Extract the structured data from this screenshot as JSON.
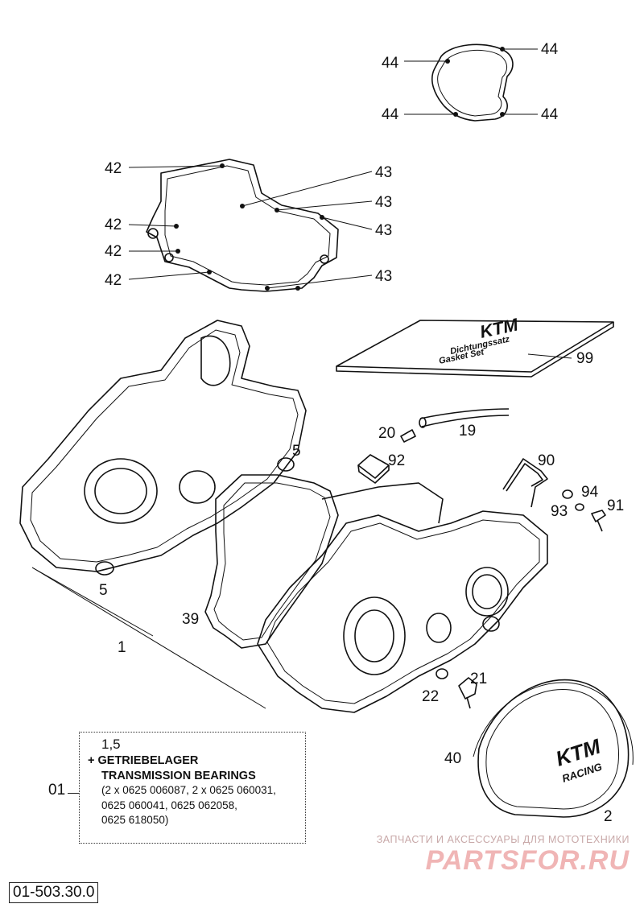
{
  "labels": {
    "l44a": "44",
    "l44b": "44",
    "l44c": "44",
    "l44d": "44",
    "l42a": "42",
    "l42b": "42",
    "l42c": "42",
    "l42d": "42",
    "l43a": "43",
    "l43b": "43",
    "l43c": "43",
    "l43d": "43",
    "l99": "99",
    "l20": "20",
    "l19": "19",
    "l92": "92",
    "l90": "90",
    "l5a": "5",
    "l5b": "5",
    "l94": "94",
    "l93": "93",
    "l91": "91",
    "l39": "39",
    "l1": "1",
    "l21": "21",
    "l22": "22",
    "l40": "40",
    "l2": "2"
  },
  "parts_box": {
    "line1": "1,5",
    "line2": "+ GETRIEBELAGER",
    "line3": "TRANSMISSION BEARINGS",
    "line4": "(2 x 0625 006087, 2 x 0625 060031,",
    "line5": "0625 060041, 0625 062058,",
    "line6": "0625 618050)"
  },
  "ref_label": "01",
  "doc_number": "01-503.30.0",
  "booklet_text": {
    "line1": "KTM",
    "line2": "Dichtungssatz",
    "line3": "Gasket Set"
  },
  "cover_text": {
    "line1": "KTM",
    "line2": "RACING"
  },
  "watermark": {
    "line1": "ЗАПЧАСТИ И АКСЕССУАРЫ ДЛЯ МОТОТЕХНИКИ",
    "line2": "PARTSFOR.RU"
  },
  "colors": {
    "ink": "#111111",
    "watermark": "#f0b5b5"
  }
}
